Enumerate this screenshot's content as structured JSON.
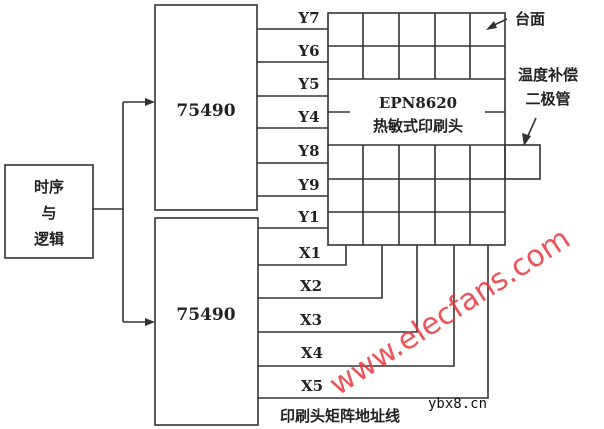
{
  "logic_block": {
    "line1": "时序",
    "line2": "与",
    "line3": "逻辑"
  },
  "driver_top": {
    "label": "75490"
  },
  "driver_bottom": {
    "label": "75490"
  },
  "y_lines": [
    "Y7",
    "Y6",
    "Y5",
    "Y4",
    "Y8",
    "Y9",
    "Y1"
  ],
  "x_lines": [
    "X1",
    "X2",
    "X3",
    "X4",
    "X5"
  ],
  "print_head": {
    "model": "EPN8620",
    "name": "热敏式印刷头"
  },
  "platen_label": "台面",
  "diode_label": {
    "line1": "温度补偿",
    "line2": "二极管"
  },
  "address_lines_caption": "印刷头矩阵地址线",
  "watermark": "www.elecfans.com",
  "source_mark": "ybx8.cn",
  "colors": {
    "line": "#333333",
    "watermark": "#e8383d"
  }
}
